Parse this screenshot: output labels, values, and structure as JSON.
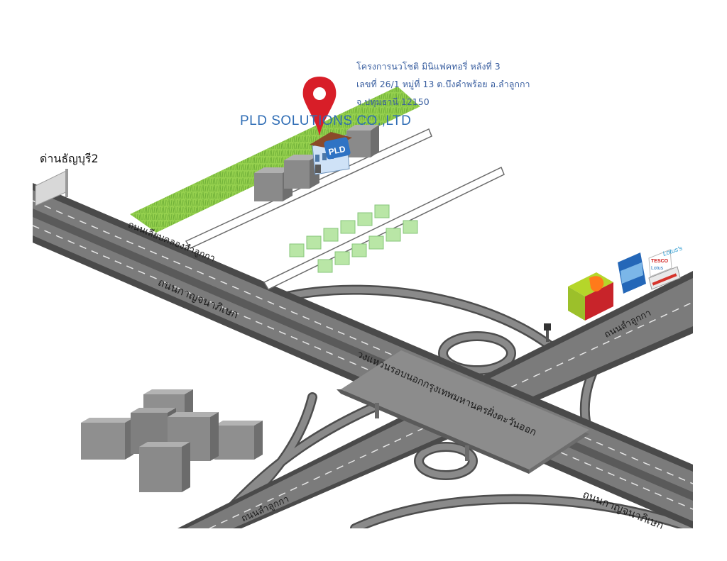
{
  "address": {
    "line1": "โครงการนวโชติ มินิแฟคทอรี่ หลังที่ 3",
    "line2": "เลขที่ 26/1 หมู่ที่ 13 ต.บึงคำพร้อย อ.ลำลูกกา",
    "line3": "จ.ปทุมธานี 12150"
  },
  "company_name": "PLD SOLUTIONS CO.,LTD",
  "building_sign": "PLD",
  "toll_gate": "ด่านธัญบุรี2",
  "roads": {
    "liap_khlong": "ถนนเลียบคลองลำลูกกา",
    "kanchanaphisek_upper": "ถนนกาญจนาภิเษก",
    "lamlukka_right": "ถนนลำลูกกา",
    "ring_road": "วงแหวนรอบนอกกรุงเทพมหานครฝั่งตะวันออก",
    "lamlukka_bottom": "ถนนลำลูกกา",
    "kanchanaphisek_lower": "ถนนกาญจนาภิเษก"
  },
  "stores": {
    "tesco": "TESCO",
    "lotus_small": "Lotus",
    "lotus_top": "Lotus's"
  },
  "colors": {
    "road": "#7b7b7b",
    "road_edge": "#4a4a4a",
    "lane_line": "#e8e8e8",
    "grass": "#8fcd4a",
    "block": "#8a8a8a",
    "pin": "#d81e28",
    "address_text": "#3a5fa0",
    "company_text": "#2f6db5"
  },
  "icons": [
    "location-pin-icon",
    "traffic-light-icon"
  ]
}
